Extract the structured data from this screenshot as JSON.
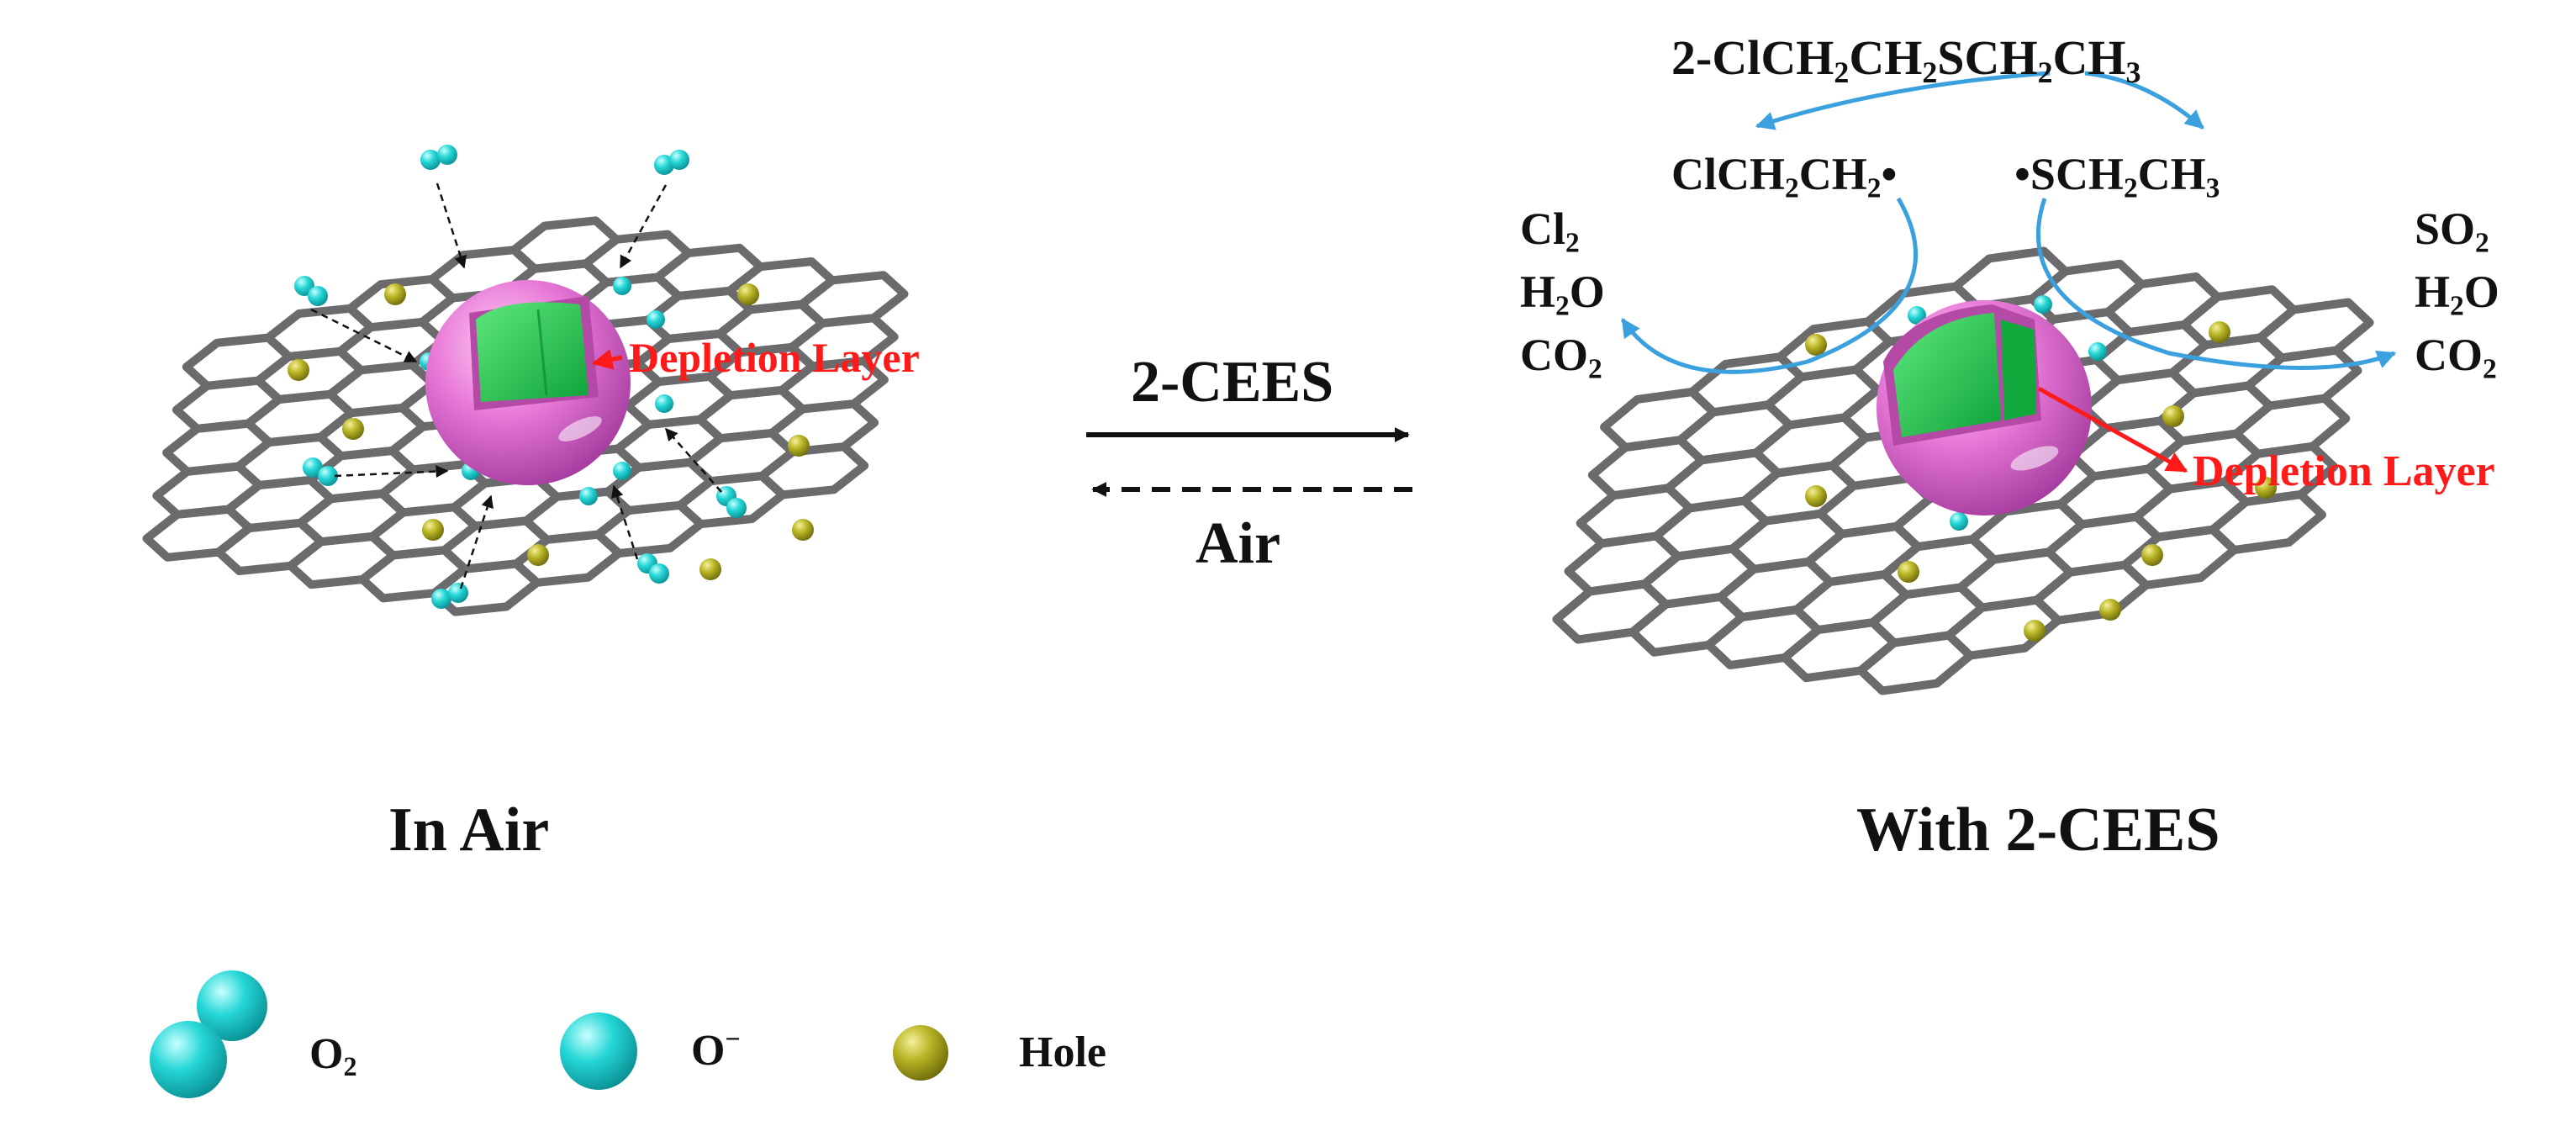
{
  "panels": {
    "left_caption": "In Air",
    "right_caption": "With 2-CEES"
  },
  "annotations": {
    "left_depletion": "Depletion Layer",
    "right_depletion": "Depletion Layer"
  },
  "process": {
    "forward_label": "2-CEES",
    "reverse_label": "Air"
  },
  "reaction": {
    "molecule": [
      {
        "t": "2-ClCH",
        "s": ""
      },
      {
        "t": "2",
        "s": "sub"
      },
      {
        "t": "CH",
        "s": ""
      },
      {
        "t": "2",
        "s": "sub"
      },
      {
        "t": "SCH",
        "s": ""
      },
      {
        "t": "2",
        "s": "sub"
      },
      {
        "t": "CH",
        "s": ""
      },
      {
        "t": "3",
        "s": "sub"
      }
    ],
    "radical_left": [
      {
        "t": "ClCH",
        "s": ""
      },
      {
        "t": "2",
        "s": "sub"
      },
      {
        "t": "CH",
        "s": ""
      },
      {
        "t": "2",
        "s": "sub"
      },
      {
        "t": "•",
        "s": ""
      }
    ],
    "radical_right": [
      {
        "t": "•SCH",
        "s": ""
      },
      {
        "t": "2",
        "s": "sub"
      },
      {
        "t": "CH",
        "s": ""
      },
      {
        "t": "3",
        "s": "sub"
      }
    ],
    "products_left": [
      [
        {
          "t": "Cl",
          "s": ""
        },
        {
          "t": "2",
          "s": "sub"
        }
      ],
      [
        {
          "t": "H",
          "s": ""
        },
        {
          "t": "2",
          "s": "sub"
        },
        {
          "t": "O",
          "s": ""
        }
      ],
      [
        {
          "t": "CO",
          "s": ""
        },
        {
          "t": "2",
          "s": "sub"
        }
      ]
    ],
    "products_right": [
      [
        {
          "t": "SO",
          "s": ""
        },
        {
          "t": "2",
          "s": "sub"
        }
      ],
      [
        {
          "t": "H",
          "s": ""
        },
        {
          "t": "2",
          "s": "sub"
        },
        {
          "t": "O",
          "s": ""
        }
      ],
      [
        {
          "t": "CO",
          "s": ""
        },
        {
          "t": "2",
          "s": "sub"
        }
      ]
    ]
  },
  "legend": {
    "o2": [
      {
        "t": "O",
        "s": ""
      },
      {
        "t": "2",
        "s": "sub"
      }
    ],
    "o_minus": [
      {
        "t": "O",
        "s": ""
      },
      {
        "t": "−",
        "s": "sup"
      }
    ],
    "hole": [
      {
        "t": "Hole",
        "s": ""
      }
    ]
  },
  "colors": {
    "lattice": "#6b6b6e",
    "sphere": "#e77ad6",
    "core": "#1ec24a",
    "oxygen": "#1fd3d3",
    "hole": "#b4b21e",
    "accent_red": "#ff1a1a",
    "reaction_arrow": "#3aa0de"
  }
}
